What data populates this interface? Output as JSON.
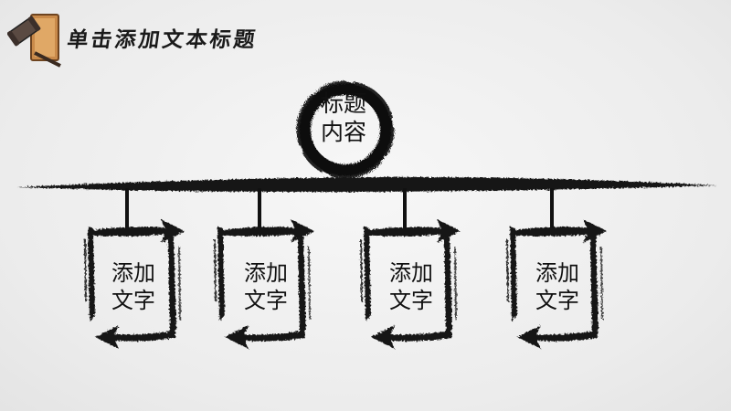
{
  "header": {
    "title": "单击添加文本标题"
  },
  "center": {
    "line1": "标题",
    "line2": "内容"
  },
  "boxes": [
    {
      "line1": "添加",
      "line2": "文字"
    },
    {
      "line1": "添加",
      "line2": "文字"
    },
    {
      "line1": "添加",
      "line2": "文字"
    },
    {
      "line1": "添加",
      "line2": "文字"
    }
  ],
  "icons": {
    "logo": "gavel-book-icon"
  }
}
